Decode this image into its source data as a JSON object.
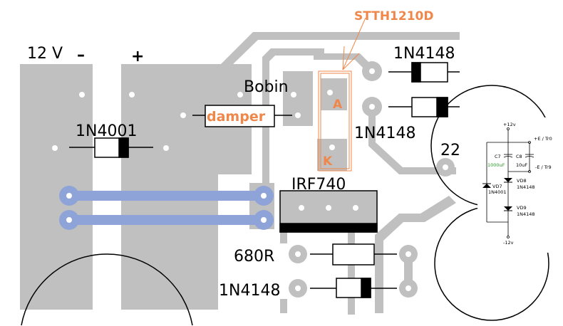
{
  "labels": {
    "supply": "12 V",
    "minus": "–",
    "plus": "+",
    "diode_left": "1N4001",
    "bobin": "Bobin",
    "damper": "damper",
    "part_callout": "STTH1210D",
    "pin_a": "A",
    "pin_k": "K",
    "diode_top": "1N4148",
    "diode_mid": "1N4148",
    "cap_partial": "22",
    "mosfet": "IRF740",
    "resistor": "680R",
    "diode_bottom": "1N4148"
  },
  "schematic": {
    "vplus": "+12v",
    "vminus": "-12v",
    "out_plus": "+E / Tr0",
    "out_minus": "-E / Tr9",
    "c7": "C7",
    "c7_value": "1000uF",
    "c8": "C8",
    "c8_value": "10uF",
    "vd7": "VD7",
    "vd7_part": "1N4001",
    "vd8": "VD8",
    "vd8_part": "1N4148",
    "vd9": "VD9",
    "vd9_part": "1N4148"
  },
  "colors": {
    "copper": "#c0c0c0",
    "jumper": "#8ea3d8",
    "annotation": "#f0874a",
    "c7_value": "#2a9a2a"
  }
}
